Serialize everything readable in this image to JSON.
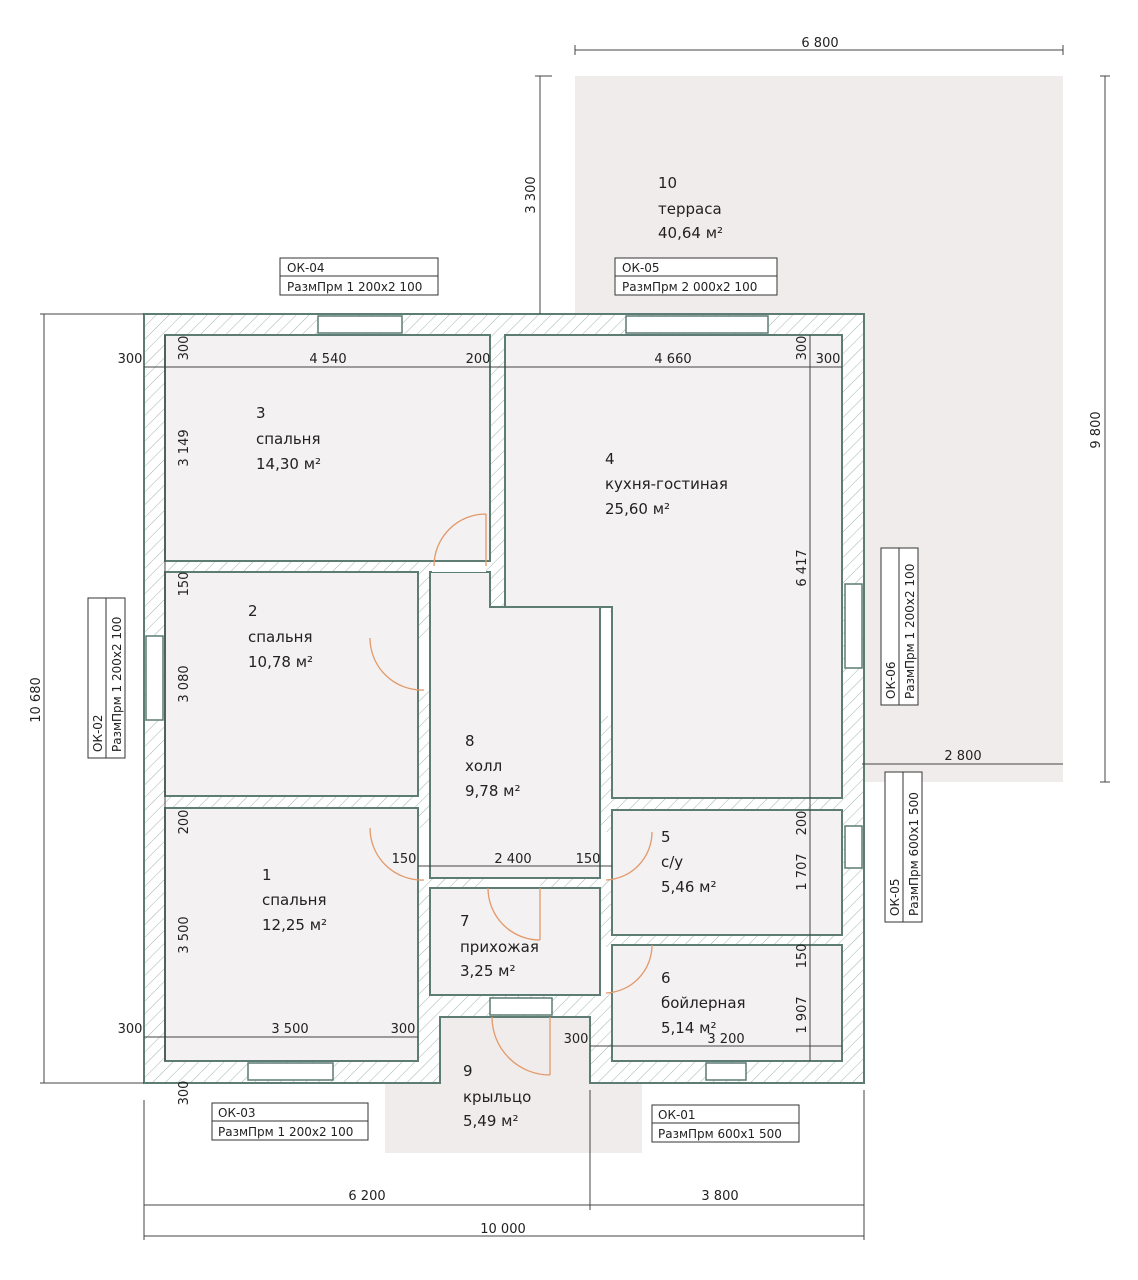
{
  "rooms": [
    {
      "num": "1",
      "name": "спальня",
      "area": "12,25 м²"
    },
    {
      "num": "2",
      "name": "спальня",
      "area": "10,78 м²"
    },
    {
      "num": "3",
      "name": "спальня",
      "area": "14,30 м²"
    },
    {
      "num": "4",
      "name": "кухня-гостиная",
      "area": "25,60 м²"
    },
    {
      "num": "5",
      "name": "с/у",
      "area": "5,46 м²"
    },
    {
      "num": "6",
      "name": "бойлерная",
      "area": "5,14 м²"
    },
    {
      "num": "7",
      "name": "прихожая",
      "area": "3,25 м²"
    },
    {
      "num": "8",
      "name": "холл",
      "area": "9,78 м²"
    },
    {
      "num": "9",
      "name": "крыльцо",
      "area": "5,49 м²"
    },
    {
      "num": "10",
      "name": "терраса",
      "area": "40,64 м²"
    }
  ],
  "dims": [
    "6 800",
    "3 300",
    "9 800",
    "10 680",
    "2 800",
    "6 200",
    "3 800",
    "10 000",
    "300",
    "300",
    "4 540",
    "200",
    "4 660",
    "300",
    "300",
    "3 149",
    "150",
    "3 080",
    "6 417",
    "200",
    "3 500",
    "300",
    "3 500",
    "300",
    "300",
    "150",
    "2 400",
    "150",
    "200",
    "1 707",
    "150",
    "1 907",
    "300",
    "3 200"
  ],
  "tags": [
    {
      "id": "ОК-04",
      "size": "РазмПрм  1 200x2 100"
    },
    {
      "id": "ОК-05",
      "size": "РазмПрм  2 000x2 100"
    },
    {
      "id": "ОК-02",
      "size": "РазмПрм  1 200x2 100"
    },
    {
      "id": "ОК-06",
      "size": "РазмПрм  1 200x2 100"
    },
    {
      "id": "ОК-05",
      "size": "РазмПрм  600x1 500"
    },
    {
      "id": "ОК-03",
      "size": "РазмПрм  1 200x2 100"
    },
    {
      "id": "ОК-01",
      "size": "РазмПрм  600x1 500"
    }
  ]
}
